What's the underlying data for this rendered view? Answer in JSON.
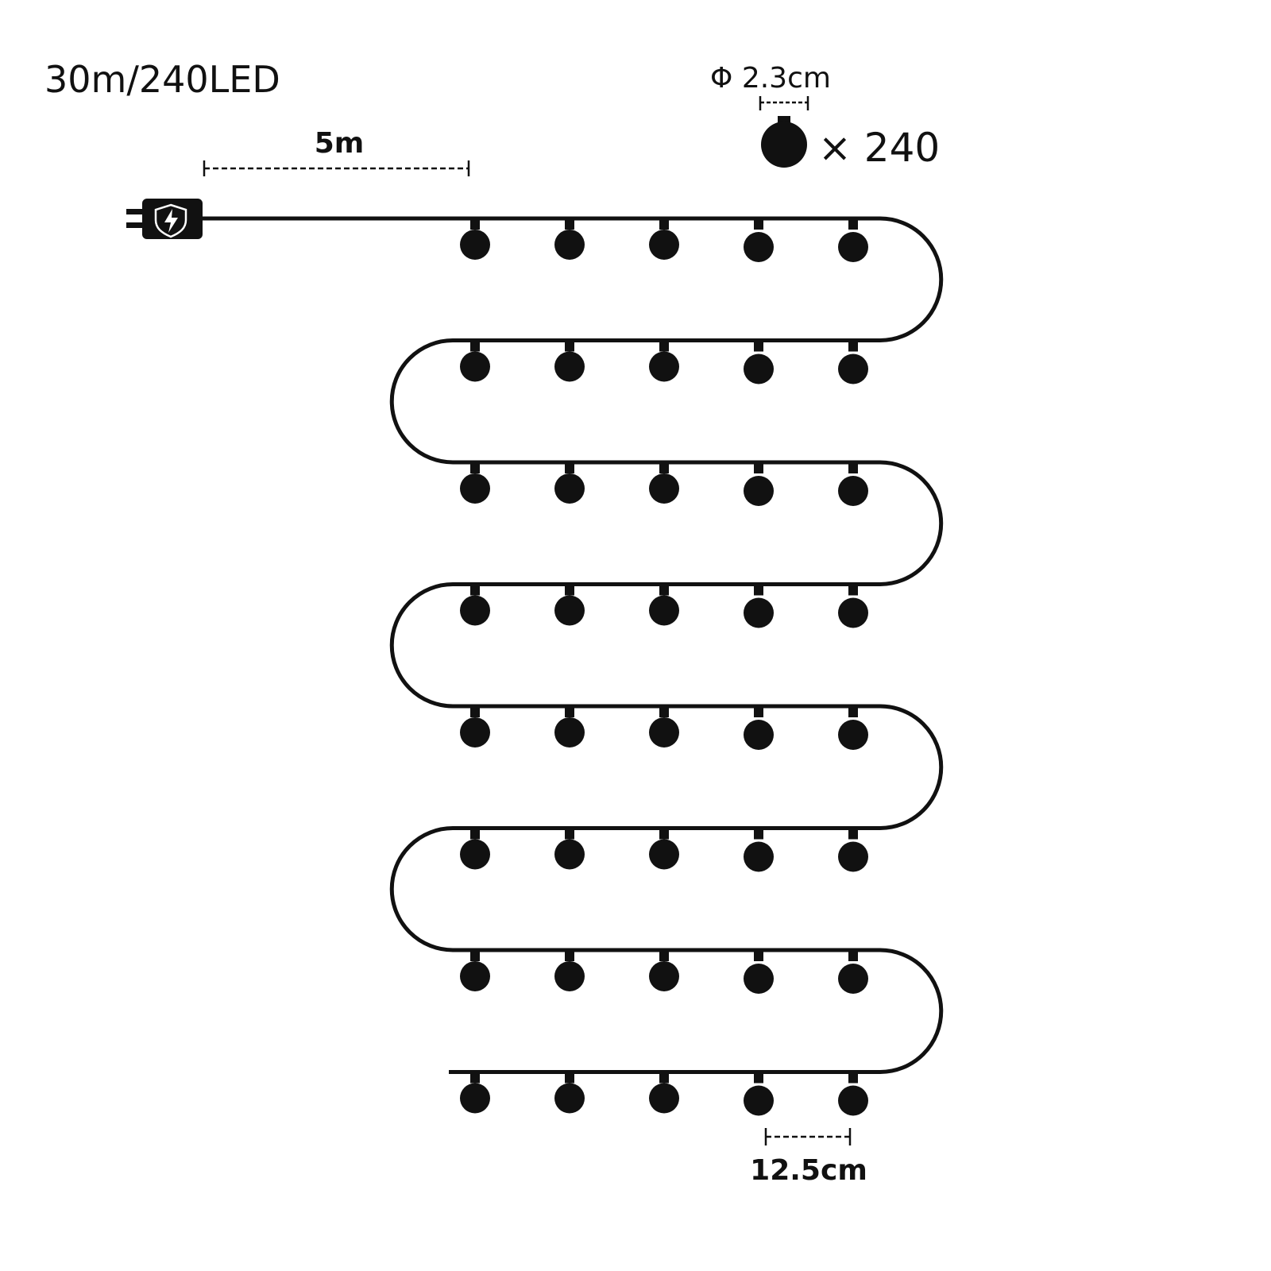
{
  "title": "30m/240LED",
  "lead_length": "5m",
  "bulb_diameter": "Φ 2.3cm",
  "bulb_count": "× 240",
  "bulb_spacing": "12.5cm",
  "layout": {
    "rows": 8,
    "bulbs_per_row": 5
  },
  "icons": {
    "plug": "plug-icon",
    "adapter": "shield-lightning-icon",
    "bulb": "bulb-icon"
  },
  "colors": {
    "line": "#111111",
    "background": "#ffffff"
  }
}
